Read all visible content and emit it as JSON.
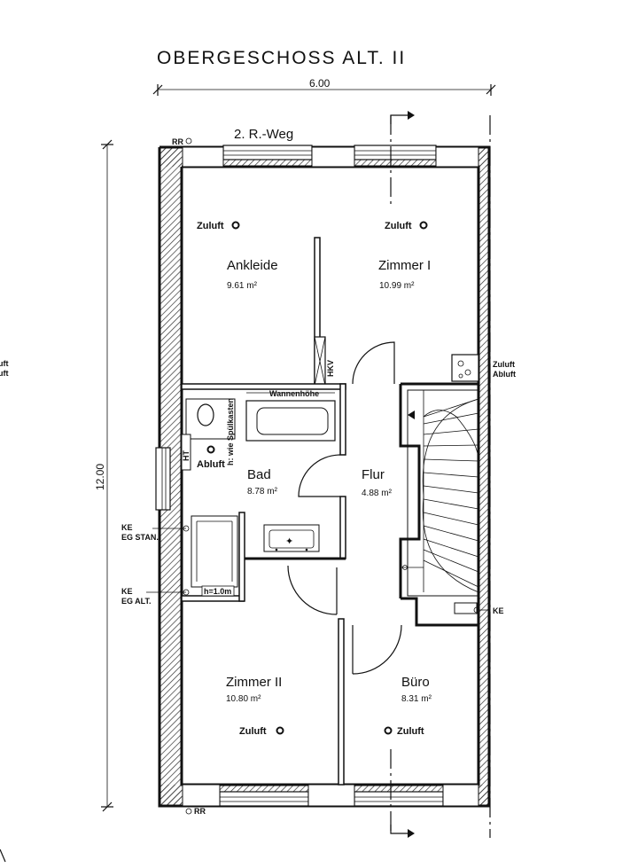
{
  "title": "OBERGESCHOSS ALT. II",
  "dimensions": {
    "width": "6.00",
    "height": "12.00"
  },
  "escape_route": "2. R.-Weg",
  "markers": {
    "rr": "RR",
    "hkv": "HKV",
    "ke": "KE",
    "ke_eg_stan": [
      "KE",
      "EG STAN."
    ],
    "ke_eg_alt": [
      "KE",
      "EG ALT."
    ]
  },
  "fixtures": {
    "wannenhoehe": "Wannenhöhe",
    "spuelkasten": "h: wie Spülkasten",
    "ht": "HT",
    "h_shower": "h=1.0m"
  },
  "vents": {
    "zuluft": "Zuluft",
    "abluft": "Abluft",
    "zuluft_abluft": [
      "Zuluft",
      "Abluft"
    ]
  },
  "left_edge_clip": [
    "uft",
    "uft"
  ],
  "rooms": [
    {
      "name": "Ankleide",
      "area": "9.61 m²"
    },
    {
      "name": "Zimmer I",
      "area": "10.99 m²"
    },
    {
      "name": "Bad",
      "area": "8.78 m²"
    },
    {
      "name": "Flur",
      "area": "4.88 m²"
    },
    {
      "name": "Zimmer II",
      "area": "10.80 m²"
    },
    {
      "name": "Büro",
      "area": "8.31 m²"
    }
  ]
}
